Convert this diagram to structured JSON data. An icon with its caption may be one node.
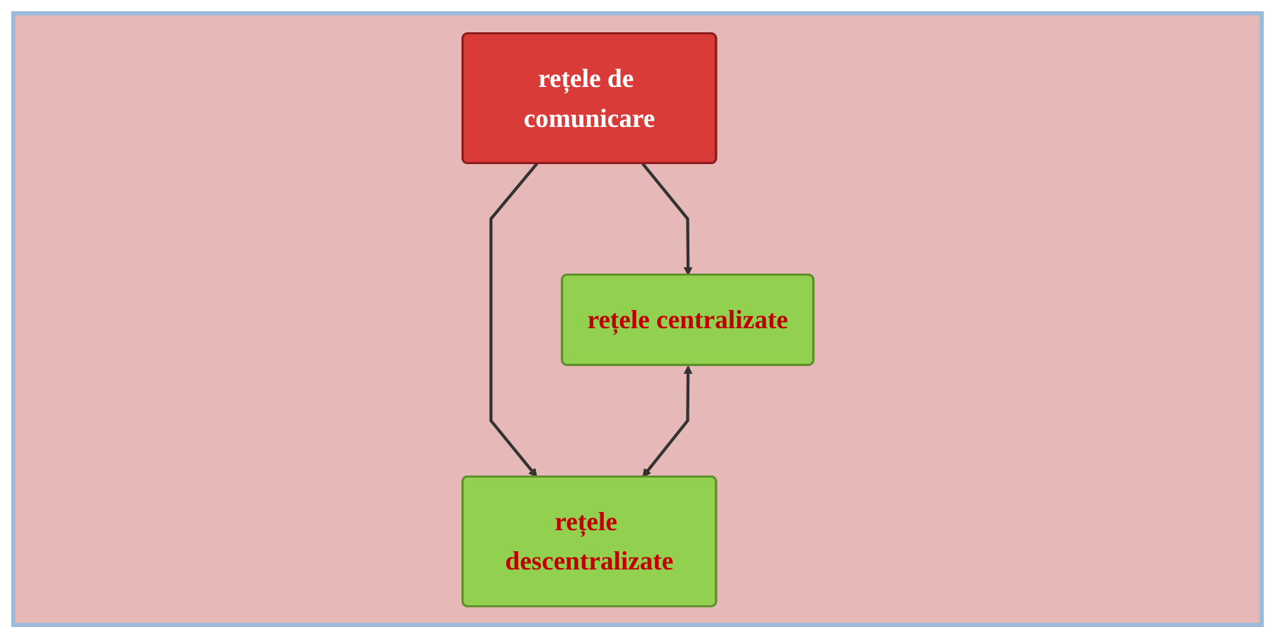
{
  "diagram": {
    "nodes": [
      {
        "text": [
          "rețele de comunicare"
        ]
      },
      {
        "text": [
          "rețele centralizate"
        ]
      },
      {
        "text": [
          "rețele descentralizate"
        ]
      }
    ],
    "edges": [
      {
        "from": 0,
        "to": 1,
        "arrow": "to"
      },
      {
        "from": 0,
        "to": 2,
        "arrow": "to"
      },
      {
        "from": 1,
        "to": 2,
        "arrow": "both"
      }
    ]
  }
}
